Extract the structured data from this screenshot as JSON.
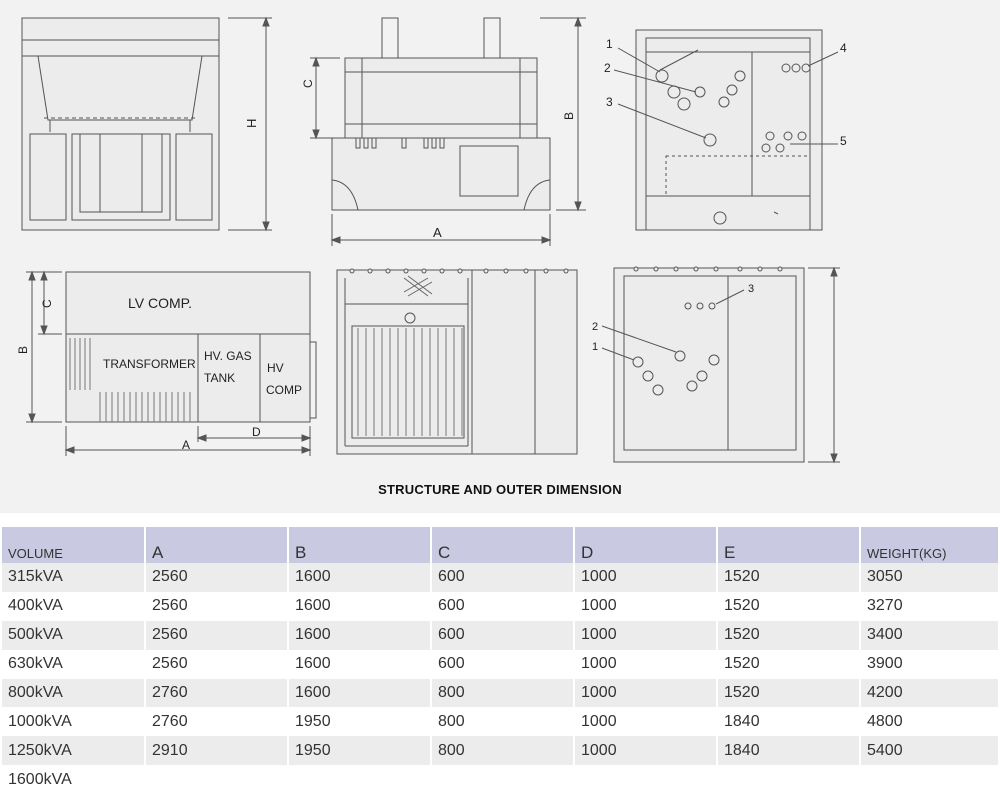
{
  "figure": {
    "caption": "STRUCTURE AND OUTER DIMENSION",
    "labels": {
      "front_view_H": "H",
      "side_view_A": "A",
      "side_view_B": "B",
      "side_view_C": "C",
      "plan_A": "A",
      "plan_B": "B",
      "plan_C": "C",
      "plan_D": "D",
      "lv_comp": "LV COMP.",
      "transformer": "TRANSFORMER",
      "hv_gas_tank_1": "HV. GAS",
      "hv_gas_tank_2": "TANK",
      "hv_comp_1": "HV",
      "hv_comp_2": "COMP",
      "callout_1": "1",
      "callout_2": "2",
      "callout_3": "3",
      "callout_4": "4",
      "callout_5": "5",
      "callout_b1": "1",
      "callout_b2": "2",
      "callout_b3": "3"
    }
  },
  "table": {
    "headers": [
      "VOLUME",
      "A",
      "B",
      "C",
      "D",
      "E",
      "WEIGHT(KG)"
    ],
    "rows": [
      [
        "315kVA",
        "2560",
        "1600",
        "600",
        "1000",
        "1520",
        "3050"
      ],
      [
        "400kVA",
        "2560",
        "1600",
        "600",
        "1000",
        "1520",
        "3270"
      ],
      [
        "500kVA",
        "2560",
        "1600",
        "600",
        "1000",
        "1520",
        "3400"
      ],
      [
        "630kVA",
        "2560",
        "1600",
        "600",
        "1000",
        "1520",
        "3900"
      ],
      [
        "800kVA",
        "2760",
        "1600",
        "800",
        "1000",
        "1520",
        "4200"
      ],
      [
        "1000kVA",
        "2760",
        "1950",
        "800",
        "1000",
        "1840",
        "4800"
      ],
      [
        "1250kVA",
        "2910",
        "1950",
        "800",
        "1000",
        "1840",
        "5400"
      ],
      [
        "1600kVA",
        "",
        "",
        "",
        "",
        "",
        ""
      ]
    ]
  }
}
